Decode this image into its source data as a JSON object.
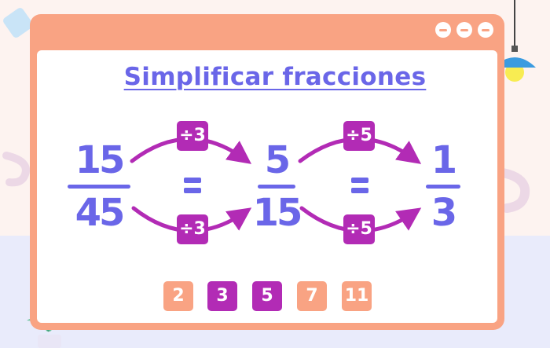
{
  "title": "Simplificar fracciones",
  "colors": {
    "accent": "#6a66e8",
    "operator": "#b22bb5",
    "frame": "#f9a383"
  },
  "window_buttons": [
    "minus-icon",
    "minus-icon",
    "minus-icon"
  ],
  "fractions": [
    {
      "numerator": "15",
      "denominator": "45"
    },
    {
      "numerator": "5",
      "denominator": "15"
    },
    {
      "numerator": "1",
      "denominator": "3"
    }
  ],
  "equals": [
    "=",
    "="
  ],
  "operators": {
    "first_top": "÷3",
    "first_bottom": "÷3",
    "second_top": "÷5",
    "second_bottom": "÷5"
  },
  "numbers": [
    {
      "value": "2",
      "color": "#f9a383"
    },
    {
      "value": "3",
      "color": "#b22bb5"
    },
    {
      "value": "5",
      "color": "#b22bb5"
    },
    {
      "value": "7",
      "color": "#f9a383"
    },
    {
      "value": "11",
      "color": "#f9a383"
    }
  ]
}
